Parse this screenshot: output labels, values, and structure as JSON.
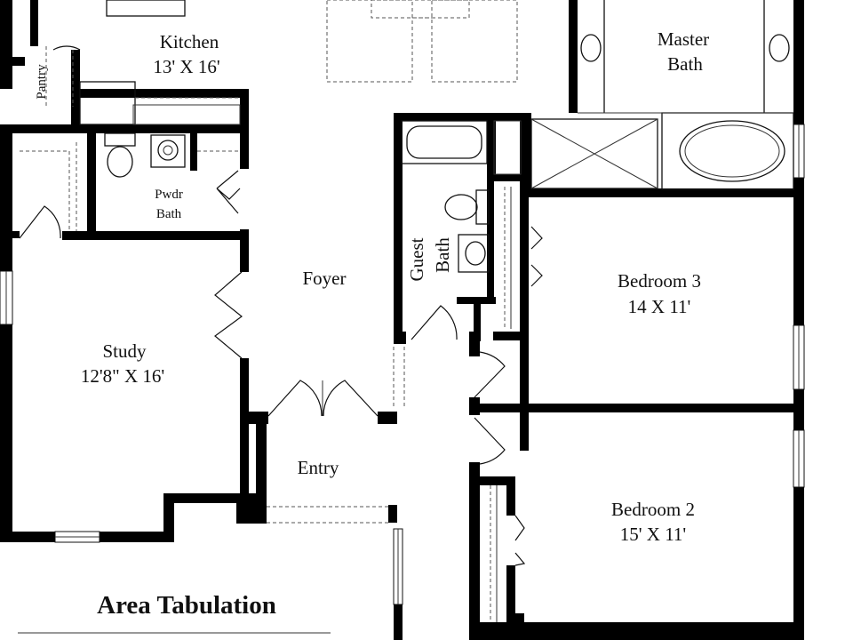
{
  "colors": {
    "wall": "#000000",
    "line": "#111111",
    "background": "#ffffff"
  },
  "rooms": {
    "kitchen": {
      "name": "Kitchen",
      "size": "13' X 16'"
    },
    "pantry": {
      "name": "Pantry"
    },
    "master_bath": {
      "name_line1": "Master",
      "name_line2": "Bath"
    },
    "pwdr_bath": {
      "name_line1": "Pwdr",
      "name_line2": "Bath"
    },
    "guest_bath": {
      "name_line1": "Guest",
      "name_line2": "Bath"
    },
    "foyer": {
      "name": "Foyer"
    },
    "bedroom3": {
      "name": "Bedroom 3",
      "size": "14 X  11'"
    },
    "study": {
      "name": "Study",
      "size": "12'8\" X  16'"
    },
    "entry": {
      "name": "Entry"
    },
    "bedroom2": {
      "name": "Bedroom 2",
      "size": "15' X 11'"
    }
  },
  "area_tabulation": {
    "title": "Area Tabulation"
  }
}
